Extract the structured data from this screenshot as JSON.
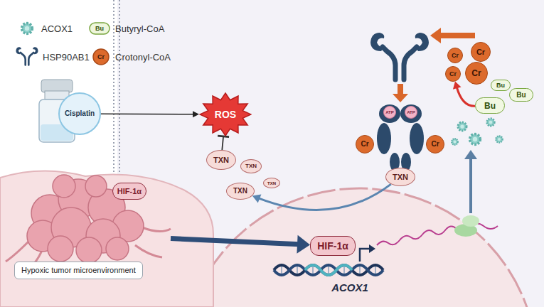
{
  "diagram": {
    "nodes": [
      {
        "text": [
          "Cisplatin"
        ]
      },
      {
        "text": [
          "ROS"
        ]
      },
      {
        "text": [
          "TXN"
        ]
      },
      {
        "text": [
          "TXN"
        ]
      },
      {
        "text": [
          "TXN"
        ]
      },
      {
        "text": [
          "TXN"
        ]
      },
      {
        "text": [
          "Hypoxic tumor microenvironment"
        ]
      },
      {
        "text": [
          "HIF-1α"
        ],
        "in": 6
      },
      {
        "text": [
          "HIF-1α"
        ]
      },
      {
        "text": [
          "Cr"
        ]
      },
      {
        "text": [
          "Cr"
        ]
      },
      {
        "text": [
          "TXN"
        ]
      },
      {
        "text": [
          "Cr"
        ]
      },
      {
        "text": [
          "Cr"
        ]
      },
      {
        "text": [
          "Cr"
        ]
      },
      {
        "text": [
          "Cr"
        ]
      },
      {
        "text": [
          "Bu"
        ]
      },
      {
        "text": [
          "Bu"
        ]
      },
      {
        "text": [
          "Bu"
        ]
      }
    ],
    "edges": [
      {
        "from": 0,
        "to": 1,
        "arrow": "to"
      },
      {
        "from": 2,
        "to": 1,
        "arrow": "to"
      },
      {
        "from": 6,
        "to": 8,
        "arrow": "to"
      },
      {
        "from": 18,
        "to": 14,
        "arrow": "to"
      },
      {
        "from": 11,
        "to": 4,
        "arrow": "to"
      }
    ],
    "labels": [
      "Bu",
      "Cr",
      "ATP",
      "ATP",
      "ACOX1"
    ],
    "legend": [
      {
        "text": "ACOX1"
      },
      {
        "text": "Butyryl-CoA"
      },
      {
        "text": "HSP90AB1"
      },
      {
        "text": "Crotonyl-CoA"
      }
    ]
  }
}
